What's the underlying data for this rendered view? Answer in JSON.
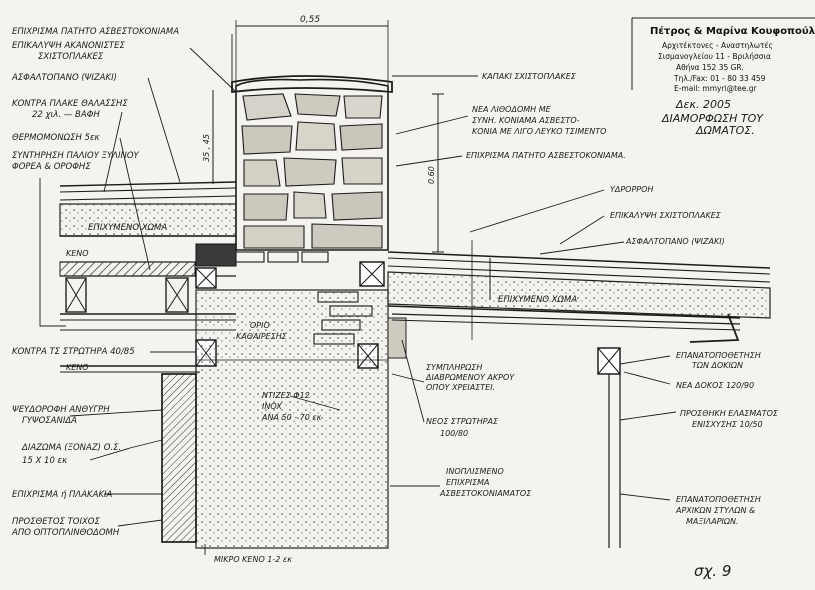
{
  "title_block": {
    "office": "Πέτρος & Μαρίνα Κουφοπούλου",
    "profession": "Αρχιτέκτονες - Αναστηλωτές",
    "address": "Σισμανογλείου 11 - Βριλήσσια",
    "city": "Αθήνα 152 35 GR.",
    "telfax": "Τηλ./Fax: 01 - 80 33 459",
    "email": "E-mail: mmyri@tee.gr",
    "date": "Δεκ. 2005",
    "subject_line1": "ΔΙΑΜΟΡΦΩΣΗ ΤΟΥ",
    "subject_line2": "ΔΩΜΑΤΟΣ."
  },
  "sheet_number": "σχ. 9",
  "dimensions": {
    "wall_width": "0,55",
    "left_height": "35 , 45",
    "right_height": "0.60"
  },
  "labels_left": [
    "ΕΠΙΧΡΙΣΜΑ ΠΑΤΗΤΟ ΑΣΒΕΣΤΟΚΟΝΙΑΜΑ",
    "ΕΠΙΚΑΛΥΨΗ ΑΚΑΝΟΝΙΣΤΕΣ",
    "ΣΧΙΣΤΟΠΛΑΚΕΣ",
    "ΑΣΦΑΛΤΟΠΑΝΟ (ΨΙΖΑΚΙ)",
    "ΚΟΝΤΡΑ ΠΛΑΚΕ ΘΑΛΑΣΣΗΣ",
    "22 χιλ. — ΒΑΦΗ",
    "ΘΕΡΜΟΜΟΝΩΣΗ 5εκ",
    "ΣΥΝΤΗΡΗΣΗ ΠΑΛΙΟΥ ΞΥΛΙΝΟΥ",
    "ΦΟΡΕΑ & ΟΡΟΦΗΣ",
    "ΚΟΝΤΡΑ ΤΣ ΣΤΡΩΤΗΡΑ 40/85",
    "ΨΕΥΔΟΡΟΦΗ ΑΝΘΥΓΡΗ",
    "ΓΥΨΟΣΑΝΙΔΑ",
    "ΔΙΑΖΩΜΑ (ΞΟΝΑΖ) Ο.Σ.",
    "15 Χ 10 εκ",
    "ΕΠΙΧΡΙΣΜΑ ή ΠΛΑΚΑΚΙΑ",
    "ΠΡΟΣΘΕΤΟΣ ΤΟΙΧΟΣ",
    "ΑΠΟ ΟΠΤΟΠΛΙΝΘΟΔΟΜΗ"
  ],
  "labels_center": [
    "ΕΠΙΧΥΜΕΝΟ ΧΩΜΑ",
    "ΚΕΝΟ",
    "ΚΕΝΟ",
    "ΟΡΙΟ",
    "ΚΑΘΑΙΡΕΣΗΣ",
    "ΝΤΙΖΕΣ Φ12",
    "INOX",
    "ΑΝΑ 50 - 70 εκ",
    "ΣΥΜΠΛΗΡΩΣΗ",
    "ΔΙΑΒΡΩΜΕΝΟΥ ΑΚΡΟΥ",
    "ΟΠΟΥ ΧΡΕΙΑΣΤΕΙ.",
    "ΝΕΟΣ ΣΤΡΩΤΗΡΑΣ",
    "100/80",
    "ΙΝΟΠΛΙΣΜΕΝΟ",
    "ΕΠΙΧΡΙΣΜΑ",
    "ΑΣΒΕΣΤΟΚΟΝΙΑΜΑΤΟΣ",
    "ΜΙΚΡΟ ΚΕΝΟ 1-2 εκ"
  ],
  "labels_right": [
    "ΚΑΠΑΚΙ ΣΧΙΣΤΟΠΛΑΚΕΣ",
    "ΝΕΑ ΛΙΘΟΔΟΜΗ ΜΕ",
    "ΣΥΝΗ. ΚΟΝΙΑΜΑ ΑΣΒΕΣΤΟ-",
    "ΚΟΝΙΑ ΜΕ ΛΙΓΟ ΛΕΥΚΟ ΤΣΙΜΕΝΤΟ",
    "ΕΠΙΧΡΙΣΜΑ ΠΑΤΗΤΟ ΑΣΒΕΣΤΟΚΟΝΙΑΜΑ.",
    "ΥΔΡΟΡΡΟΗ",
    "ΕΠΙΚΑΛΥΨΗ ΣΧΙΣΤΟΠΛΑΚΕΣ",
    "ΑΣΦΑΛΤΟΠΑΝΟ (ΨΙΖΑΚΙ)",
    "ΕΠΙΧΥΜΕΝΟ ΧΩΜΑ",
    "ΕΠΑΝΑΤΟΠΟΘΕΤΗΣΗ",
    "ΤΩΝ ΔΟΚΙΩΝ",
    "ΝΕΑ ΔΟΚΟΣ 120/90",
    "ΠΡΟΣΘΗΚΗ ΕΛΑΣΜΑΤΟΣ",
    "ΕΝΙΣΧΥΣΗΣ 10/50",
    "ΕΠΑΝΑΤΟΠΟΘΕΤΗΣΗ",
    "ΑΡΧΙΚΩΝ ΣΤΥΛΩΝ &",
    "ΜΑΞΙΛΑΡΙΩΝ."
  ]
}
